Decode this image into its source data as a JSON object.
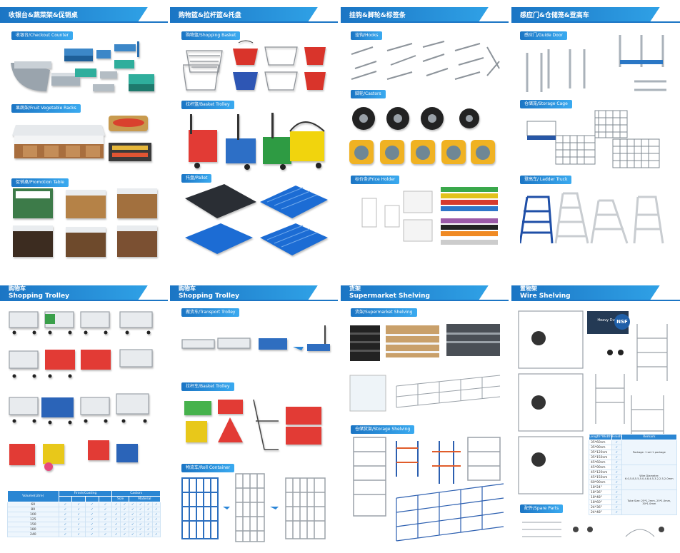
{
  "pages": [
    {
      "title": "收银台&蔬菜架&促销桌",
      "sections": [
        {
          "label": "收银台/Checkout Counter"
        },
        {
          "label": "果蔬架/Fruit Vegetable Racks"
        },
        {
          "label": "促销桌/Promotion Table"
        }
      ]
    },
    {
      "title": "购物篮&拉杆篮&托盘",
      "sections": [
        {
          "label": "购物篮/Shopping Basket"
        },
        {
          "label": "拉杆篮/Basket Trolley"
        },
        {
          "label": "托盘/Pallet"
        }
      ]
    },
    {
      "title": "挂钩&脚轮&标签条",
      "sections": [
        {
          "label": "挂钩/Hooks"
        },
        {
          "label": "脚轮/Castors"
        },
        {
          "label": "标价条/Price Holder"
        }
      ]
    },
    {
      "title": "感应门&仓储笼&登高车",
      "sections": [
        {
          "label": "感应门/Guide Door"
        },
        {
          "label": "仓储笼/Storage Cage"
        },
        {
          "label": "登高车/ Ladder Truck"
        }
      ]
    },
    {
      "title_cn": "购物车",
      "title_en": "Shopping Trolley",
      "table": {
        "col1": "Volume(Litre)",
        "col2": "Finish/Coating",
        "col3": "Castors",
        "sub_size": "Size",
        "sub_material": "Material",
        "rows": [
          "60",
          "80",
          "100",
          "125",
          "150",
          "180",
          "240"
        ]
      }
    },
    {
      "title_cn": "购物车",
      "title_en": "Shopping Trolley",
      "sections": [
        {
          "label": "搬货车/Transport Trolley"
        },
        {
          "label": "拉杆车/Basket Trolley"
        },
        {
          "label": "物流车/Roll Container"
        }
      ]
    },
    {
      "title_cn": "货架",
      "title_en": "Supermarket Shelving",
      "sections": [
        {
          "label": "货架/Supermarket Shelving"
        },
        {
          "label": "仓储货架/Storage Shelving"
        }
      ]
    },
    {
      "title_cn": "置物架",
      "title_en": "Wire Shelving",
      "badge": "NSF",
      "heavy_label": "Heavy Duty",
      "table": {
        "col1": "Length*Width",
        "col2": "Finish",
        "col3": "Remark",
        "rows": [
          "35*60cm",
          "35*90cm",
          "35*120cm",
          "35*150cm",
          "45*60cm",
          "45*90cm",
          "45*120cm",
          "45*150cm",
          "60*90cm",
          "18*24\"",
          "18*36\"",
          "18*48\"",
          "18*60\"",
          "24*36\"",
          "24*48\""
        ],
        "remarks": [
          "Package: 1 set 1 package",
          "Wire Diameter: 6.0,5.8,5.5,5.0,4.8,4.5,3.2,2.5,2.0mm",
          "Tube Size: 25*1.2mm, 25*1.0mm, 30*1.0mm"
        ]
      },
      "sections": [
        {
          "label": "配件/Spare Parts"
        }
      ]
    }
  ],
  "colors": {
    "brand_blue": "#1b75c4",
    "light_blue": "#2fa1e6"
  }
}
